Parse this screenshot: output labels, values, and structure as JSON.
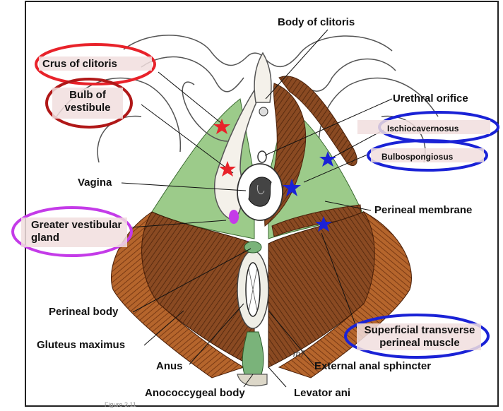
{
  "labels": {
    "body_of_clitoris": "Body of clitoris",
    "crus_of_clitoris": "Crus of clitoris",
    "bulb_of_vestibule": "Bulb of vestibule",
    "urethral_orifice": "Urethral orifice",
    "ischiocavernosus": "Ischiocavernosus",
    "bulbospongiosus": "Bulbospongiosus",
    "vagina": "Vagina",
    "perineal_membrane": "Perineal membrane",
    "greater_vestibular_gland": "Greater vestibular gland",
    "perineal_body": "Perineal body",
    "gluteus_maximus": "Gluteus maximus",
    "superficial_transverse_perineal_muscle": "Superficial transverse perineal muscle",
    "anus": "Anus",
    "external_anal_sphincter": "External anal sphincter",
    "anococcygeal_body": "Anococcygeal body",
    "levator_ani": "Levator ani",
    "signature": "m7",
    "caption_fragment": "Figure 3.11"
  },
  "highlight_colors": {
    "red": "#e8222a",
    "dark_red": "#b01818",
    "magenta": "#c43be8",
    "blue": "#1a22d6",
    "muscle": "#8a4a22",
    "membrane": "#9ccb8a"
  },
  "markers": [
    {
      "shape": "star",
      "color": "red"
    },
    {
      "shape": "star",
      "color": "red"
    },
    {
      "shape": "star",
      "color": "blue"
    },
    {
      "shape": "star",
      "color": "blue"
    },
    {
      "shape": "star",
      "color": "blue"
    },
    {
      "shape": "dot",
      "color": "magenta"
    }
  ]
}
